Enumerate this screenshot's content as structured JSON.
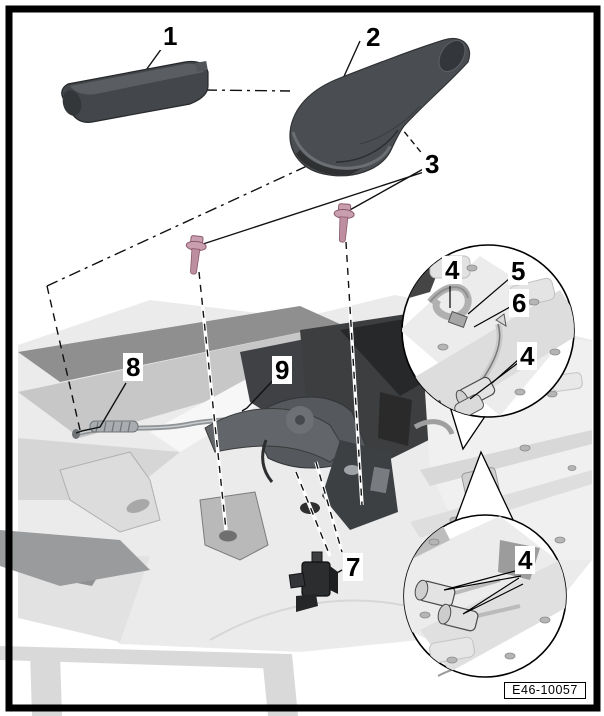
{
  "figure": {
    "reference_code": "E46-10057",
    "callouts": {
      "c1": "1",
      "c2": "2",
      "c3": "3",
      "c4_upper_left": "4",
      "c5": "5",
      "c6": "6",
      "c4_upper_right": "4",
      "c7": "7",
      "c8": "8",
      "c9": "9",
      "c4_lower": "4"
    },
    "colors": {
      "screw_pink": "#c99fb0",
      "screw_pink_dark": "#8a5a6b",
      "part_dark_gray": "#45484c",
      "frame_black": "#000000"
    }
  }
}
